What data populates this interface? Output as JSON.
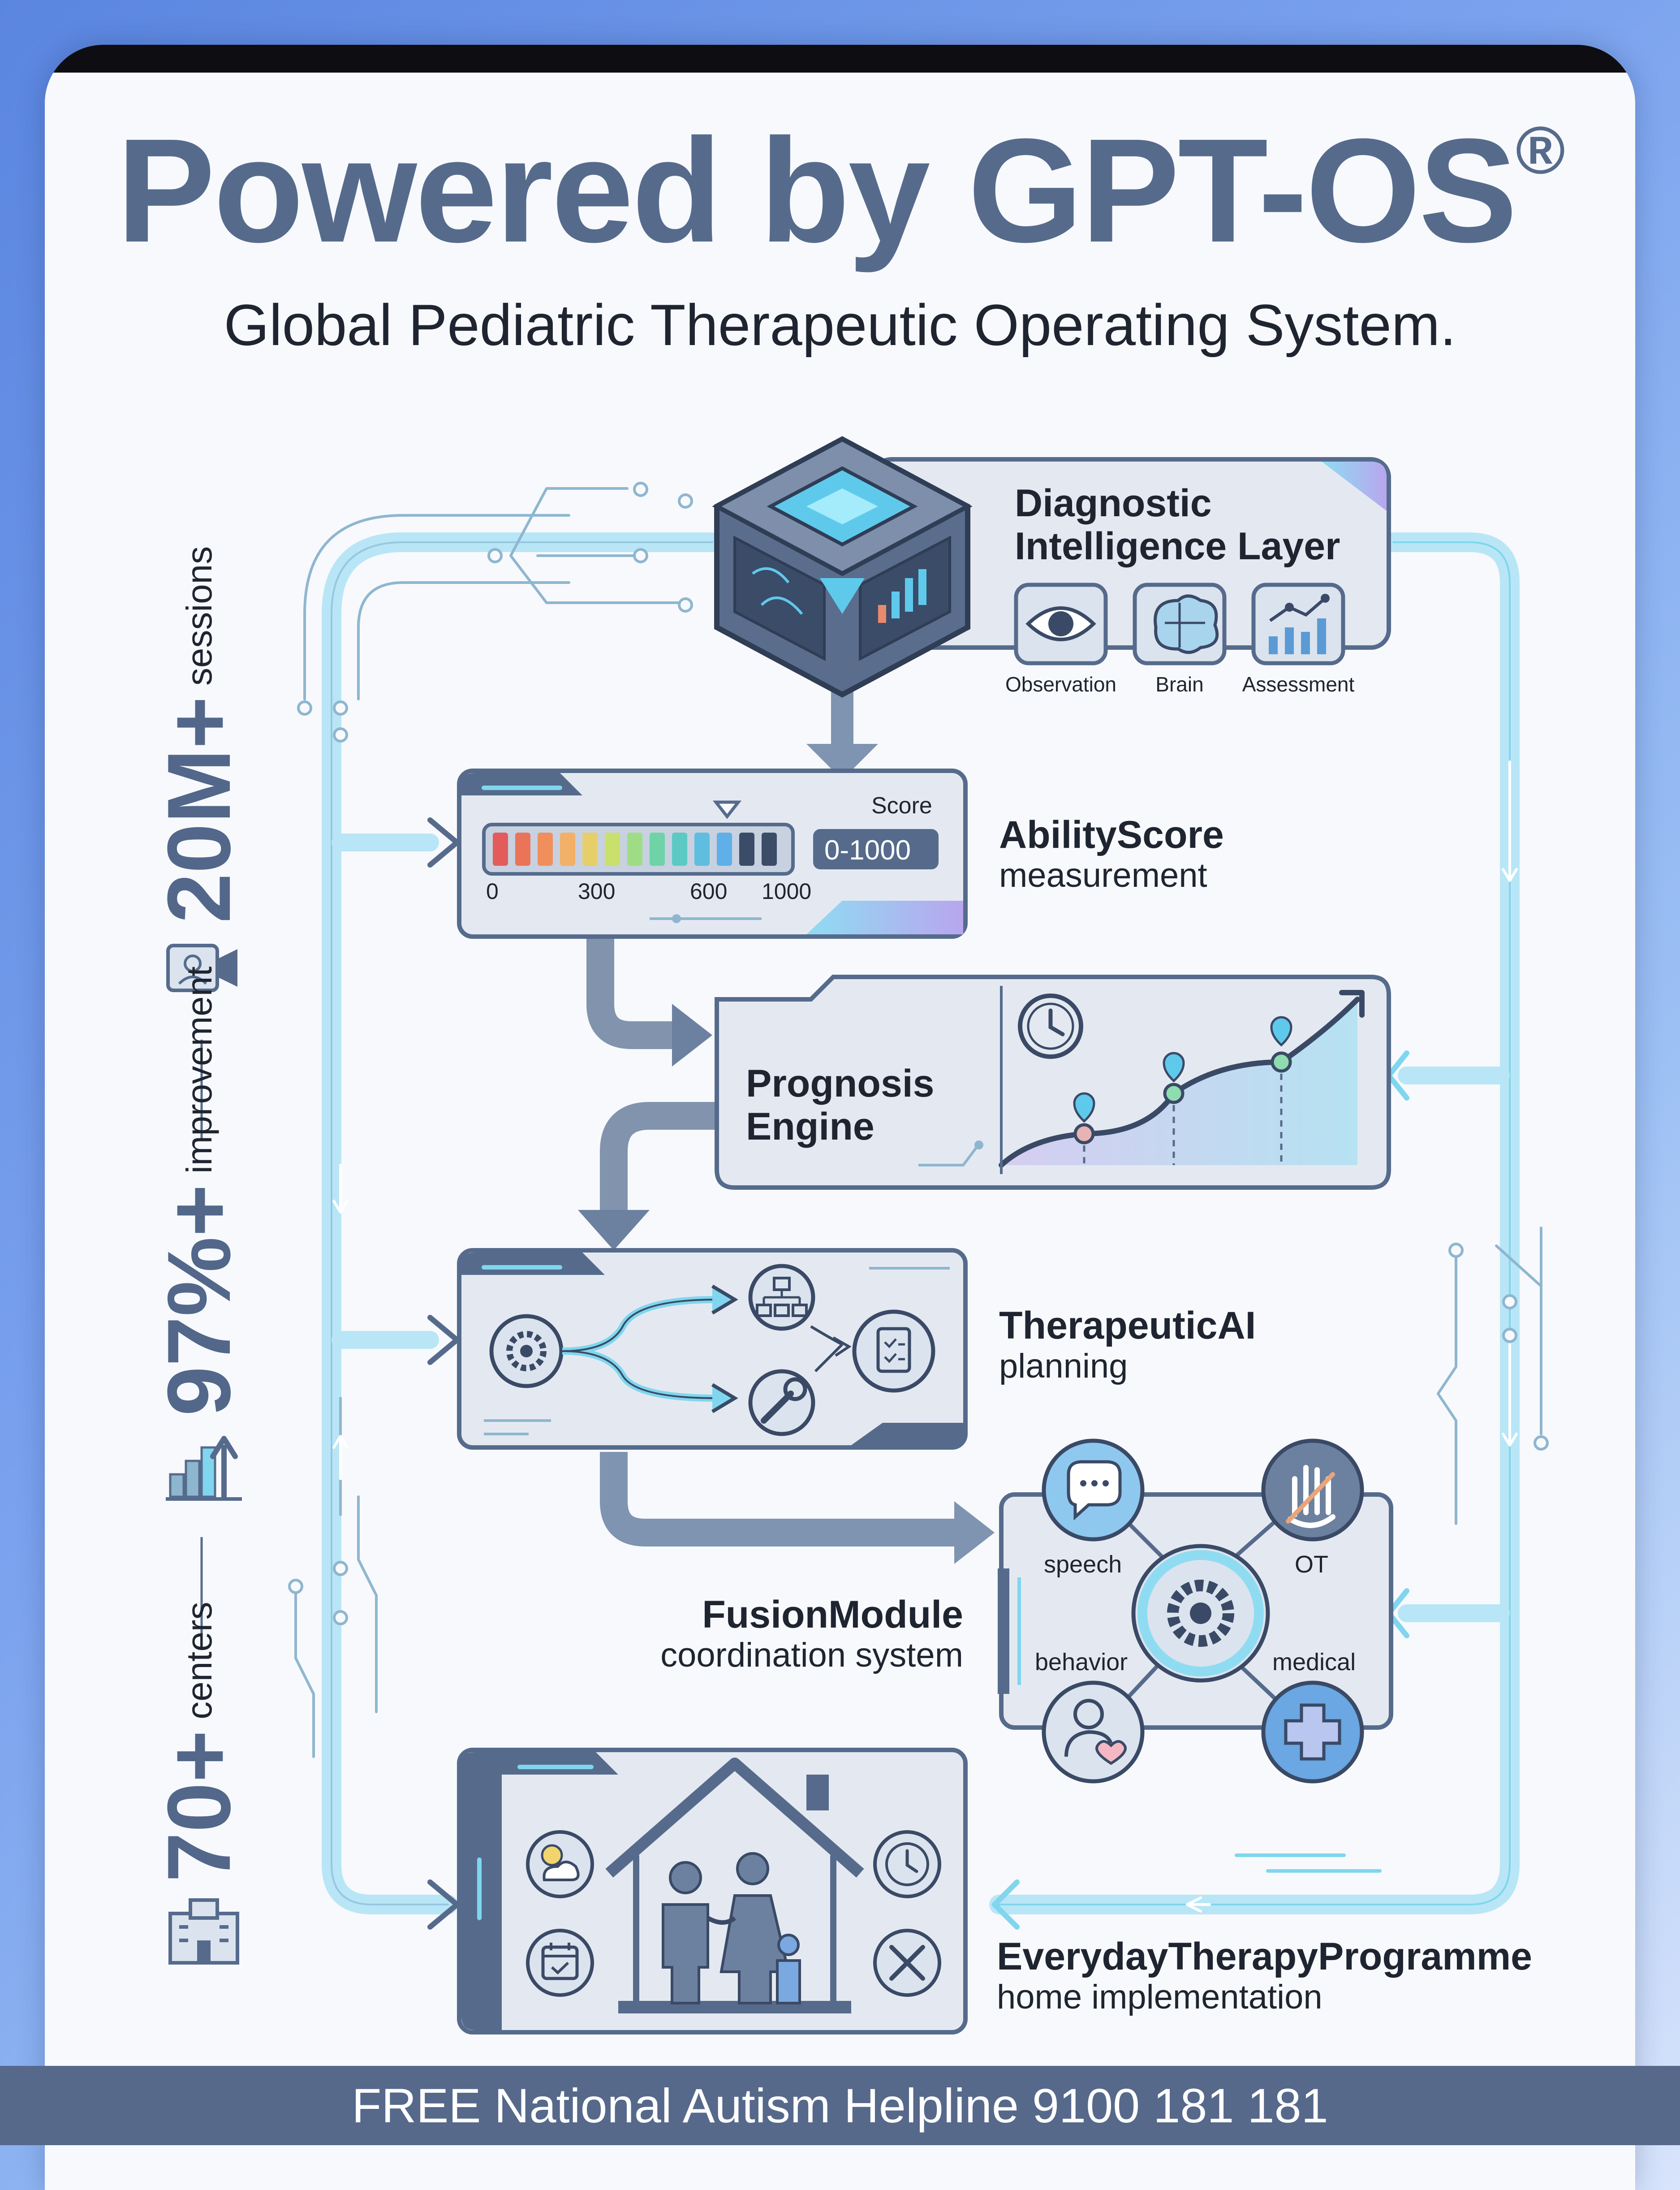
{
  "header": {
    "title": "Powered by GPT-OS",
    "title_mark": "®",
    "subtitle": "Global Pediatric Therapeutic Operating System."
  },
  "stats": [
    {
      "value": "20M+",
      "caption": "sessions",
      "icon": "video-camera-user-icon"
    },
    {
      "value": "97%+",
      "caption": "improvement",
      "icon": "bar-chart-arrow-icon"
    },
    {
      "value": "70+",
      "caption": "centers",
      "icon": "building-icon"
    }
  ],
  "layers": {
    "diagnostic": {
      "title_line1": "Diagnostic",
      "title_line2": "Intelligence Layer",
      "icons": [
        {
          "label": "Observation",
          "icon": "eye-icon"
        },
        {
          "label": "Brain",
          "icon": "brain-icon"
        },
        {
          "label": "Assessment",
          "icon": "chart-icon"
        }
      ]
    },
    "ability": {
      "name": "AbilityScore",
      "desc": "measurement",
      "score_caption": "Score",
      "score_range": "0-1000",
      "ticks": [
        "0",
        "300",
        "600",
        "1000"
      ]
    },
    "prognosis": {
      "line1": "Prognosis",
      "line2": "Engine"
    },
    "therapeutic": {
      "name": "TherapeuticAI",
      "desc": "planning"
    },
    "fusion": {
      "name": "FusionModule",
      "desc": "coordination system",
      "nodes": [
        "speech",
        "OT",
        "behavior",
        "medical"
      ]
    },
    "everyday": {
      "name": "EverydayTherapyProgramme",
      "desc": "home implementation"
    }
  },
  "footer": {
    "text": "FREE National Autism Helpline 9100 181 181"
  },
  "colors": {
    "slate": "#566b8c",
    "panel": "#e4e9f1",
    "cyan": "#7fd6ee",
    "light_flow": "#b9e6f6",
    "footer_bg": "#56698b"
  }
}
